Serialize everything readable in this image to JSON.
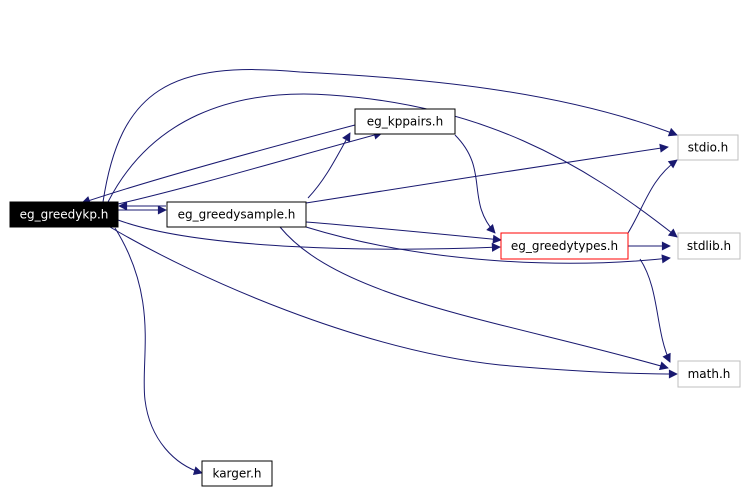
{
  "nodes": [
    {
      "id": "eg_greedykp",
      "label": "eg_greedykp.h",
      "style": "root"
    },
    {
      "id": "eg_greedysample",
      "label": "eg_greedysample.h",
      "style": "normal"
    },
    {
      "id": "eg_kppairs",
      "label": "eg_kppairs.h",
      "style": "normal"
    },
    {
      "id": "eg_greedytypes",
      "label": "eg_greedytypes.h",
      "style": "highlight"
    },
    {
      "id": "stdio",
      "label": "stdio.h",
      "style": "external"
    },
    {
      "id": "stdlib",
      "label": "stdlib.h",
      "style": "external"
    },
    {
      "id": "math",
      "label": "math.h",
      "style": "external"
    },
    {
      "id": "karger",
      "label": "karger.h",
      "style": "normal"
    }
  ],
  "edges": [
    {
      "from": "eg_greedykp",
      "to": "stdio"
    },
    {
      "from": "eg_greedykp",
      "to": "stdlib"
    },
    {
      "from": "eg_greedykp",
      "to": "eg_greedysample"
    },
    {
      "from": "eg_greedykp",
      "to": "eg_kppairs"
    },
    {
      "from": "eg_greedykp",
      "to": "eg_greedytypes"
    },
    {
      "from": "eg_greedykp",
      "to": "math"
    },
    {
      "from": "eg_greedykp",
      "to": "karger"
    },
    {
      "from": "eg_greedysample",
      "to": "eg_greedykp"
    },
    {
      "from": "eg_greedysample",
      "to": "eg_kppairs"
    },
    {
      "from": "eg_greedysample",
      "to": "stdio"
    },
    {
      "from": "eg_greedysample",
      "to": "eg_greedytypes"
    },
    {
      "from": "eg_greedysample",
      "to": "stdlib"
    },
    {
      "from": "eg_greedysample",
      "to": "math"
    },
    {
      "from": "eg_kppairs",
      "to": "eg_greedykp"
    },
    {
      "from": "eg_kppairs",
      "to": "eg_greedytypes"
    },
    {
      "from": "eg_greedytypes",
      "to": "stdio"
    },
    {
      "from": "eg_greedytypes",
      "to": "stdlib"
    },
    {
      "from": "eg_greedytypes",
      "to": "math"
    }
  ],
  "colors": {
    "edge": "#191970",
    "root_fill": "#000000",
    "root_text": "#ffffff",
    "normal_border": "#000000",
    "highlight_border": "#ff0000",
    "external_border": "#bfbfbf",
    "text": "#000000"
  }
}
